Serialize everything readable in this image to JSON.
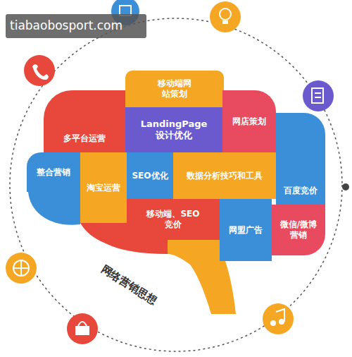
{
  "diagram": {
    "nodes": [
      {
        "text": [
          "移动端网站策划"
        ]
      },
      {
        "text": [
          "多平台运营"
        ]
      },
      {
        "text": [
          "LandingPage 设计优化"
        ]
      },
      {
        "text": [
          "网店策划"
        ]
      },
      {
        "text": [
          "整合营销"
        ]
      },
      {
        "text": [
          "淘宝运营"
        ]
      },
      {
        "text": [
          "SEO优化"
        ]
      },
      {
        "text": [
          "数据分析技巧和工具"
        ]
      },
      {
        "text": [
          "百度竞价"
        ]
      },
      {
        "text": [
          "移动端、SEO竞价"
        ]
      },
      {
        "text": [
          "网盟广告"
        ]
      },
      {
        "text": [
          "微信/微博营销"
        ]
      }
    ],
    "labels": [
      "tiabaobosport.com",
      "网络营销思想"
    ]
  }
}
